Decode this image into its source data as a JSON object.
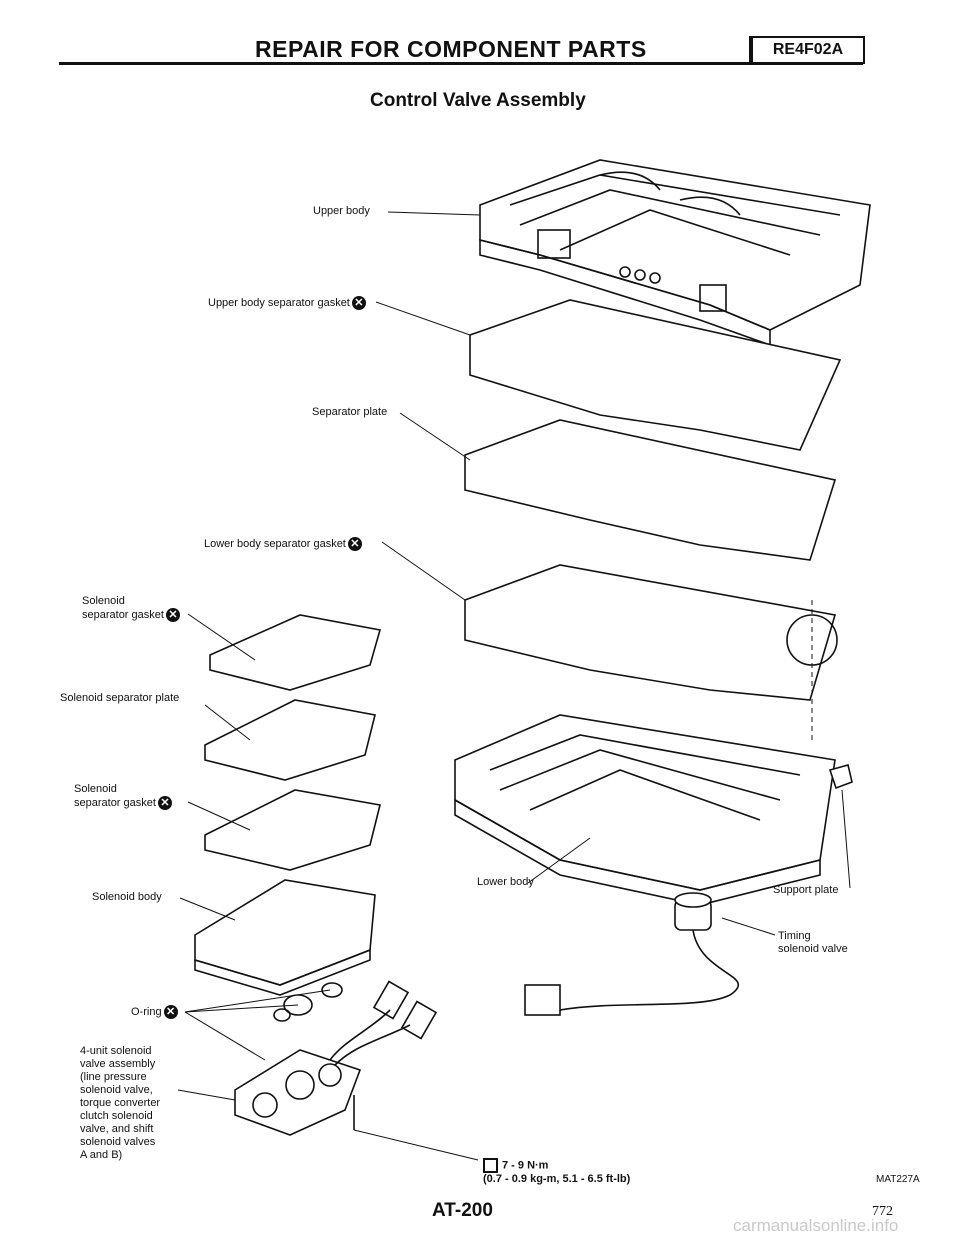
{
  "header": {
    "section_title": "REPAIR FOR COMPONENT PARTS",
    "model_code": "RE4F02A"
  },
  "page_title": "Control Valve Assembly",
  "labels": {
    "upper_body": "Upper body",
    "upper_body_separator_gasket": "Upper body separator gasket",
    "separator_plate": "Separator plate",
    "lower_body_separator_gasket": "Lower body separator gasket",
    "solenoid_separator_gasket_1": "Solenoid\nseparator gasket",
    "solenoid_separator_plate": "Solenoid separator plate",
    "solenoid_separator_gasket_2": "Solenoid\nseparator gasket",
    "solenoid_body": "Solenoid body",
    "o_ring": "O-ring",
    "four_unit_solenoid": "4-unit solenoid\nvalve assembly\n(line pressure\nsolenoid valve,\ntorque converter\nclutch solenoid\nvalve, and shift\nsolenoid valves\nA and B)",
    "lower_body": "Lower body",
    "support_plate": "Support plate",
    "timing_solenoid_valve": "Timing\nsolenoid valve"
  },
  "torque_spec": "7 - 9 N·m\n(0.7 - 0.9 kg-m, 5.1 - 6.5 ft-lb)",
  "figure_id": "MAT227A",
  "page_number": "AT-200",
  "sheet_number": "772",
  "watermark": "carmanualsonline.info"
}
